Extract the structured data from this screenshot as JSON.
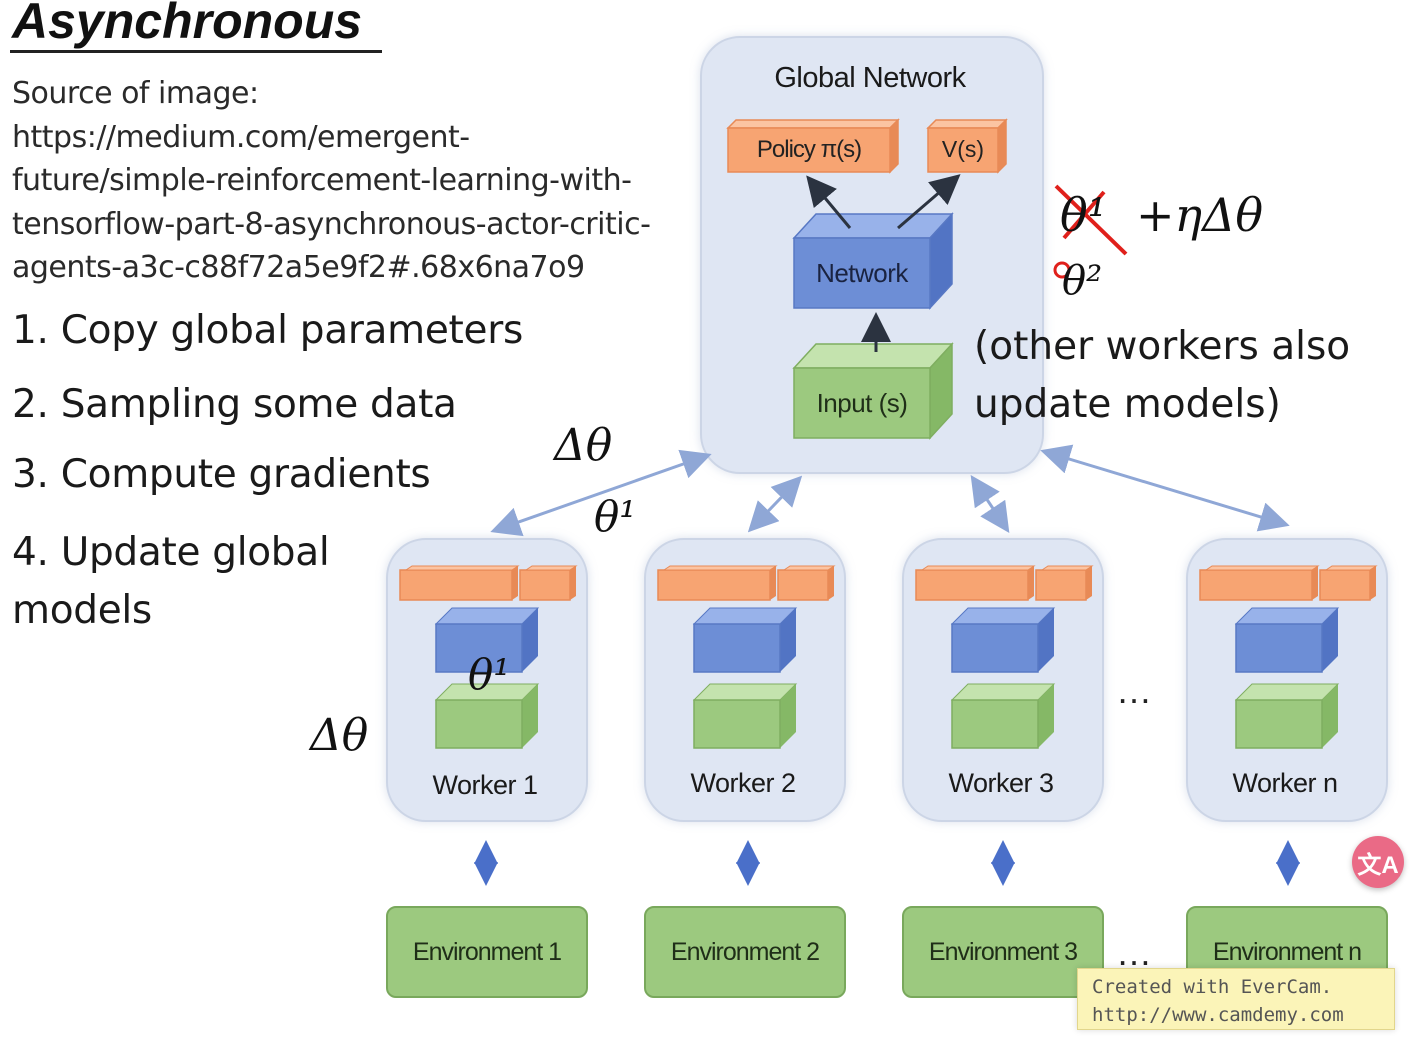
{
  "title": "Asynchronous",
  "source": {
    "label": "Source of image:",
    "url_lines": [
      "https://medium.com/emergent-",
      "future/simple-reinforcement-learning-with-",
      "tensorflow-part-8-asynchronous-actor-critic-",
      "agents-a3c-c88f72a5e9f2#.68x6na7o9"
    ]
  },
  "steps": [
    "1. Copy global parameters",
    "2. Sampling some data",
    "3. Compute gradients",
    "4. Update global",
    "models"
  ],
  "global_network": {
    "title": "Global Network",
    "policy_label": "Policy π(s)",
    "value_label": "V(s)",
    "network_label": "Network",
    "input_label": "Input (s)"
  },
  "annotations": {
    "theta1_struck": "θ¹",
    "update_expr": "+ηΔθ",
    "theta2": "θ²",
    "other_workers_line1": "(other workers also",
    "other_workers_line2": "update models)",
    "delta_theta_top": "Δθ",
    "theta1_arrow": "θ¹",
    "theta1_worker": "θ¹",
    "delta_theta_left": "Δθ",
    "ellipsis_workers": "…",
    "ellipsis_envs": "…"
  },
  "workers": [
    "Worker 1",
    "Worker 2",
    "Worker 3",
    "Worker n"
  ],
  "environments": [
    "Environment 1",
    "Environment 2",
    "Environment 3",
    "Environment n"
  ],
  "watermark": {
    "line1": "Created with EverCam.",
    "line2": "http://www.camdemy.com"
  },
  "translate_button": "文A",
  "colors": {
    "panel": "#dfe6f3",
    "orange": "#f7a472",
    "blue": "#6d8ed6",
    "green": "#9cc97f",
    "arrow": "#8fa7d6",
    "env_arrow": "#4a6fc9",
    "strike": "#e0201b"
  }
}
